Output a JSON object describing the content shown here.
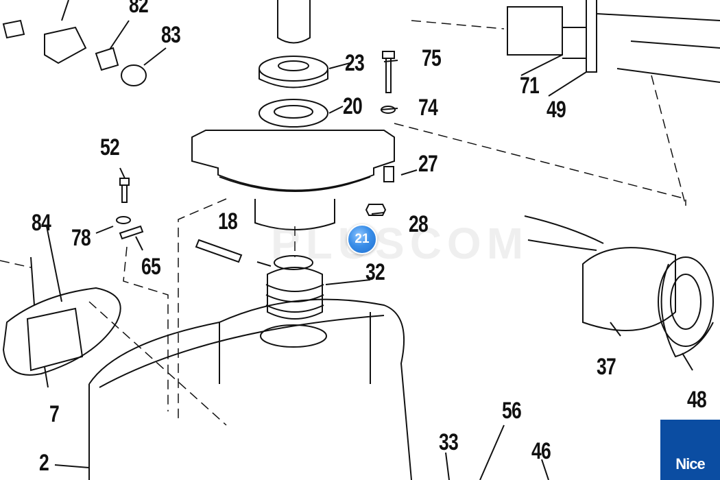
{
  "diagram": {
    "type": "exploded-parts-view",
    "labels": [
      {
        "id": "82",
        "text": "82"
      },
      {
        "id": "83",
        "text": "83"
      },
      {
        "id": "23",
        "text": "23"
      },
      {
        "id": "75",
        "text": "75"
      },
      {
        "id": "20",
        "text": "20"
      },
      {
        "id": "74",
        "text": "74"
      },
      {
        "id": "71",
        "text": "71"
      },
      {
        "id": "49",
        "text": "49"
      },
      {
        "id": "27",
        "text": "27"
      },
      {
        "id": "52",
        "text": "52"
      },
      {
        "id": "28",
        "text": "28"
      },
      {
        "id": "18",
        "text": "18"
      },
      {
        "id": "84",
        "text": "84"
      },
      {
        "id": "78",
        "text": "78"
      },
      {
        "id": "65",
        "text": "65"
      },
      {
        "id": "32",
        "text": "32"
      },
      {
        "id": "37",
        "text": "37"
      },
      {
        "id": "48",
        "text": "48"
      },
      {
        "id": "7",
        "text": "7"
      },
      {
        "id": "56",
        "text": "56"
      },
      {
        "id": "33",
        "text": "33"
      },
      {
        "id": "46",
        "text": "46"
      },
      {
        "id": "2",
        "text": "2"
      }
    ],
    "hotspot": {
      "text": "21",
      "color": "#2f86e6"
    }
  },
  "watermark": {
    "text": "PLUSCOM"
  },
  "brand": {
    "text": "Nice",
    "color": "#0b4da2"
  }
}
